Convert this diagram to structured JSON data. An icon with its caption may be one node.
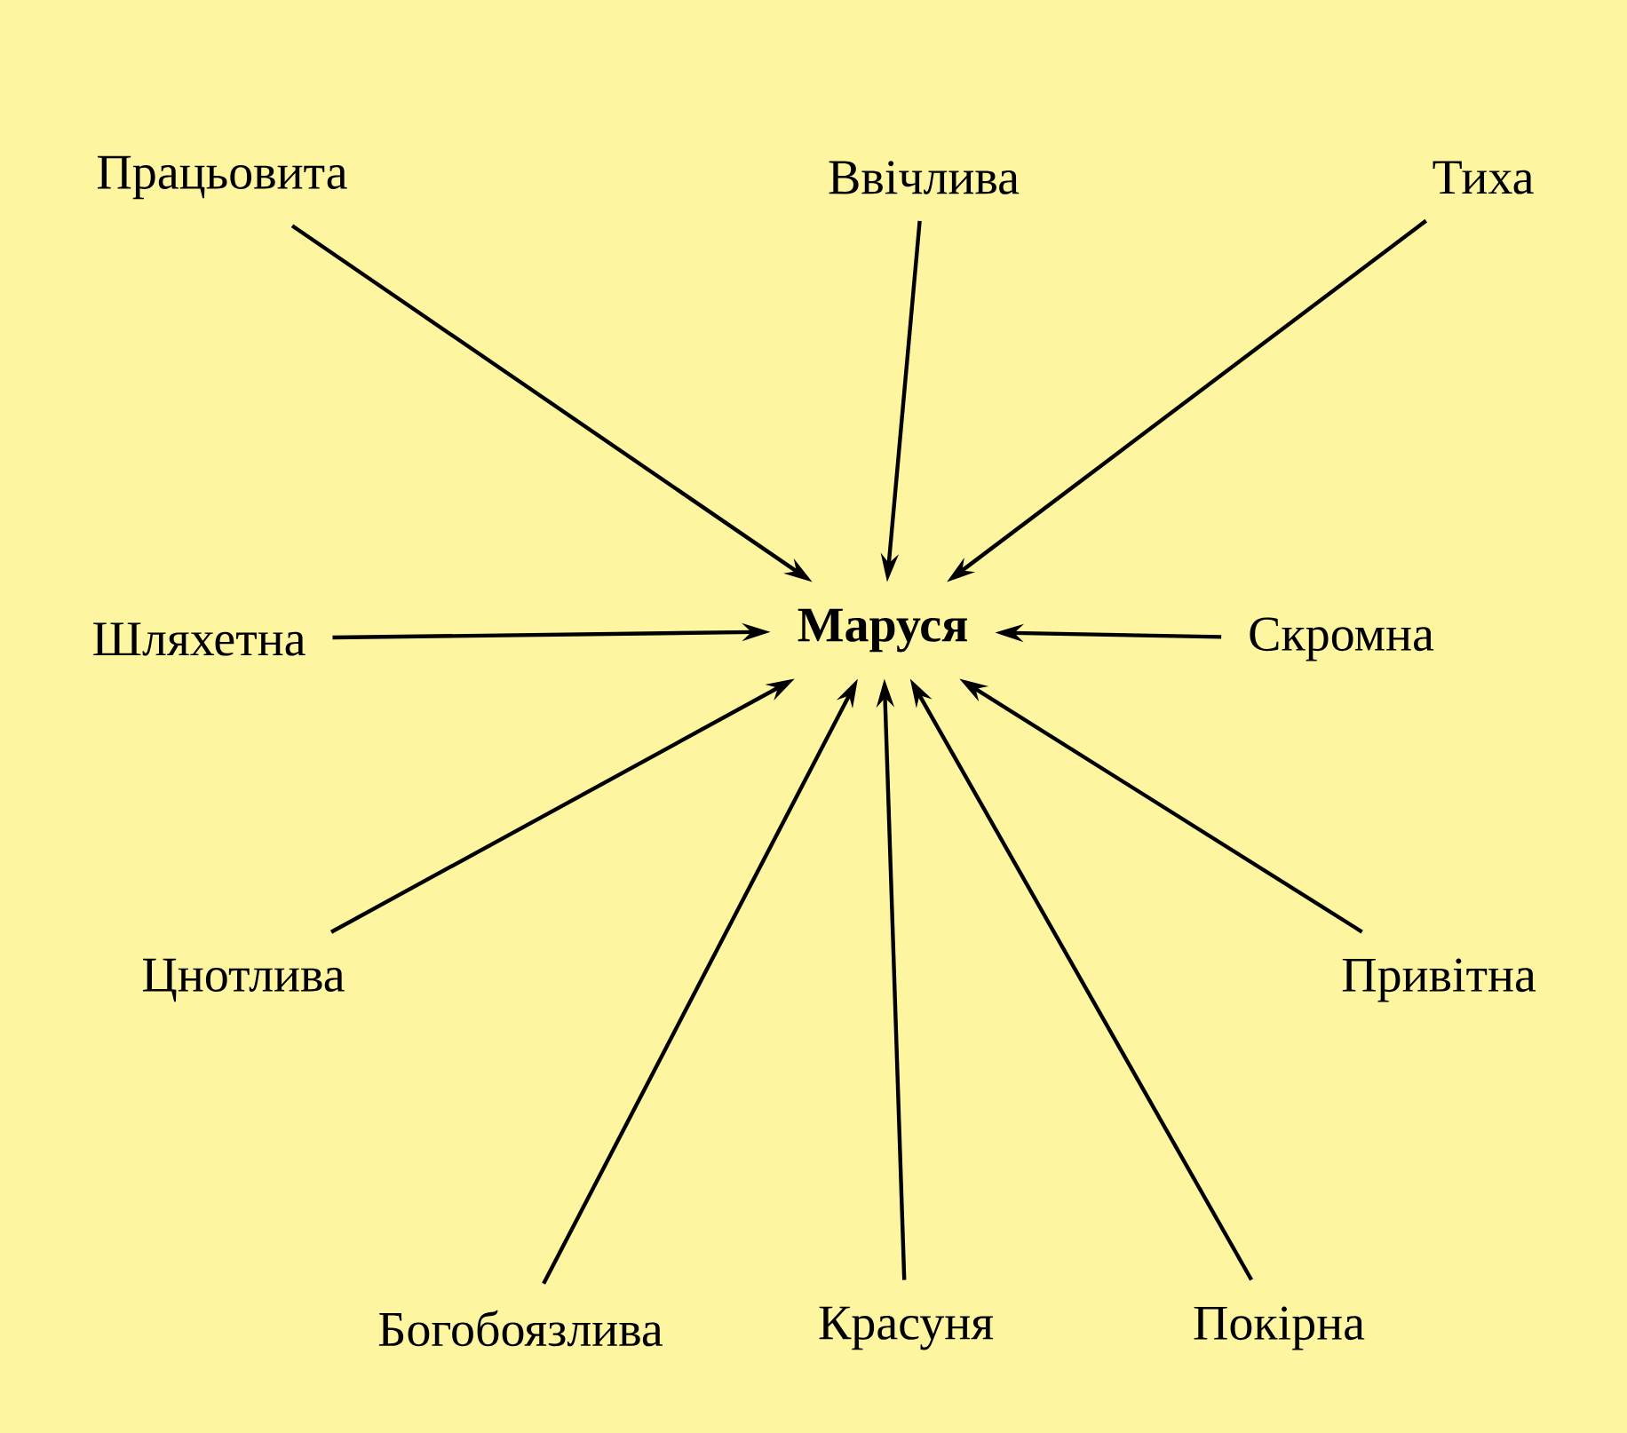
{
  "diagram": {
    "nodes": [
      {
        "text": [
          "Працьовита"
        ]
      },
      {
        "text": [
          "Ввічлива"
        ]
      },
      {
        "text": [
          "Тиха"
        ]
      },
      {
        "text": [
          "Шляхетна"
        ]
      },
      {
        "text": [
          "Маруся"
        ]
      },
      {
        "text": [
          "Скромна"
        ]
      },
      {
        "text": [
          "Цнотлива"
        ]
      },
      {
        "text": [
          "Привітна"
        ]
      },
      {
        "text": [
          "Богобоязлива"
        ]
      },
      {
        "text": [
          "Красуня"
        ]
      },
      {
        "text": [
          "Покірна"
        ]
      }
    ],
    "edges": [
      {
        "from": 0,
        "to": 4,
        "arrow": "to"
      },
      {
        "from": 1,
        "to": 4,
        "arrow": "to"
      },
      {
        "from": 2,
        "to": 4,
        "arrow": "to"
      },
      {
        "from": 3,
        "to": 4,
        "arrow": "to"
      },
      {
        "from": 5,
        "to": 4,
        "arrow": "to"
      },
      {
        "from": 6,
        "to": 4,
        "arrow": "to"
      },
      {
        "from": 7,
        "to": 4,
        "arrow": "to"
      },
      {
        "from": 8,
        "to": 4,
        "arrow": "to"
      },
      {
        "from": 9,
        "to": 4,
        "arrow": "to"
      },
      {
        "from": 10,
        "to": 4,
        "arrow": "to"
      }
    ]
  }
}
